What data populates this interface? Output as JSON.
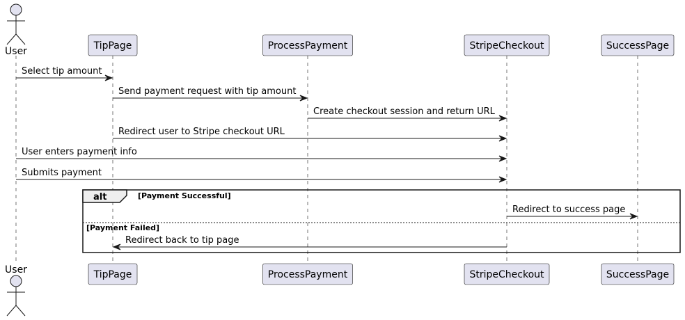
{
  "participants": [
    {
      "id": "user",
      "name": "User",
      "kind": "actor"
    },
    {
      "id": "tippage",
      "name": "TipPage",
      "kind": "participant"
    },
    {
      "id": "processpayment",
      "name": "ProcessPayment",
      "kind": "participant"
    },
    {
      "id": "stripecheckout",
      "name": "StripeCheckout",
      "kind": "participant"
    },
    {
      "id": "successpage",
      "name": "SuccessPage",
      "kind": "participant"
    }
  ],
  "messages": [
    {
      "from": "user",
      "to": "tippage",
      "text": "Select tip amount"
    },
    {
      "from": "tippage",
      "to": "processpayment",
      "text": "Send payment request with tip amount"
    },
    {
      "from": "processpayment",
      "to": "stripecheckout",
      "text": "Create checkout session and return URL"
    },
    {
      "from": "tippage",
      "to": "stripecheckout",
      "text": "Redirect user to Stripe checkout URL"
    },
    {
      "from": "user",
      "to": "stripecheckout",
      "text": "User enters payment info"
    },
    {
      "from": "user",
      "to": "stripecheckout",
      "text": "Submits payment"
    },
    {
      "from": "stripecheckout",
      "to": "successpage",
      "text": "Redirect to success page"
    },
    {
      "from": "stripecheckout",
      "to": "tippage",
      "text": "Redirect back to tip page"
    }
  ],
  "alt_frame": {
    "keyword": "alt",
    "branches": [
      {
        "condition": "[Payment Successful]"
      },
      {
        "condition": "[Payment Failed]"
      }
    ]
  },
  "colors": {
    "participant_fill": "#E2E2F0",
    "participant_stroke": "#181818",
    "line": "#181818",
    "lifeline": "#181818",
    "frame_tab_fill": "#EEEEEE"
  }
}
